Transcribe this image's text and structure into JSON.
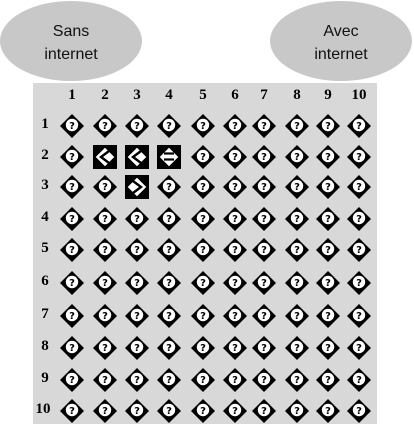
{
  "bubbles": {
    "left": {
      "line1": "Sans",
      "line2": "internet"
    },
    "right": {
      "line1": "Avec",
      "line2": "internet"
    }
  },
  "grid": {
    "columns": [
      "1",
      "2",
      "3",
      "4",
      "5",
      "6",
      "7",
      "8",
      "9",
      "10"
    ],
    "rows": [
      "1",
      "2",
      "3",
      "4",
      "5",
      "6",
      "7",
      "8",
      "9",
      "10"
    ],
    "cells": [
      [
        "q",
        "q",
        "q",
        "q",
        "q",
        "q",
        "q",
        "q",
        "q",
        "q"
      ],
      [
        "q",
        "lt",
        "lt",
        "eq",
        "q",
        "q",
        "q",
        "q",
        "q",
        "q"
      ],
      [
        "q",
        "q",
        "gt",
        "q",
        "q",
        "q",
        "q",
        "q",
        "q",
        "q"
      ],
      [
        "q",
        "q",
        "q",
        "q",
        "q",
        "q",
        "q",
        "q",
        "q",
        "q"
      ],
      [
        "q",
        "q",
        "q",
        "q",
        "q",
        "q",
        "q",
        "q",
        "q",
        "q"
      ],
      [
        "q",
        "q",
        "q",
        "q",
        "q",
        "q",
        "q",
        "q",
        "q",
        "q"
      ],
      [
        "q",
        "q",
        "q",
        "q",
        "q",
        "q",
        "q",
        "q",
        "q",
        "q"
      ],
      [
        "q",
        "q",
        "q",
        "q",
        "q",
        "q",
        "q",
        "q",
        "q",
        "q"
      ],
      [
        "q",
        "q",
        "q",
        "q",
        "q",
        "q",
        "q",
        "q",
        "q",
        "q"
      ],
      [
        "q",
        "q",
        "q",
        "q",
        "q",
        "q",
        "q",
        "q",
        "q",
        "q"
      ]
    ],
    "colors": {
      "panel": "#d8d8d8",
      "bubble": "#c8c8c8",
      "icon_dark": "#000000",
      "icon_light": "#ffffff"
    }
  }
}
